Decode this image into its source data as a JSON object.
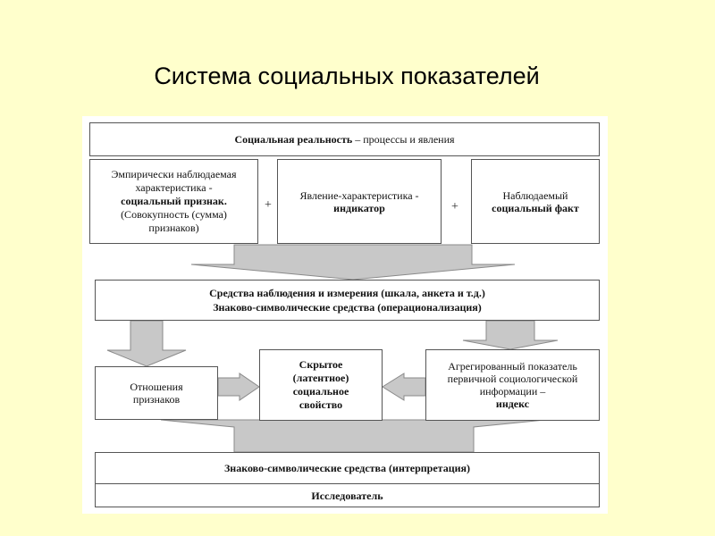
{
  "title": "Система социальных показателей",
  "diagram": {
    "reality": {
      "bold": "Социальная реальность",
      "rest": " – процессы и явления"
    },
    "empirical": {
      "line1": "Эмпирически наблюдаемая",
      "line2": "характеристика -",
      "line3": "социальный признак.",
      "line4": "(Совокупность (сумма)",
      "line5": "признаков)"
    },
    "plus1": "+",
    "phenomenon": {
      "line1": "Явление-характеристика -",
      "line2": "индикатор"
    },
    "plus2": "+",
    "fact": {
      "line1": "Наблюдаемый",
      "line2": "социальный факт"
    },
    "means": {
      "line1": "Средства наблюдения и измерения (шкала, анкета и т.д.)",
      "line2": "Знаково-символические средства (операционализация)"
    },
    "relations": {
      "line1": "Отношения",
      "line2": "признаков"
    },
    "latent": {
      "line1": "Скрытое",
      "line2": "(латентное)",
      "line3": "социальное",
      "line4": "свойство"
    },
    "aggregated": {
      "line1": "Агрегированный показатель",
      "line2": "первичной социологической",
      "line3": "информации –",
      "line4": "индекс"
    },
    "interpretation": "Знаково-символические средства (интерпретация)",
    "researcher": "Исследователь"
  },
  "colors": {
    "background": "#ffffcc",
    "arrow_fill": "#c8c8c8",
    "arrow_stroke": "#8a8a8a"
  }
}
